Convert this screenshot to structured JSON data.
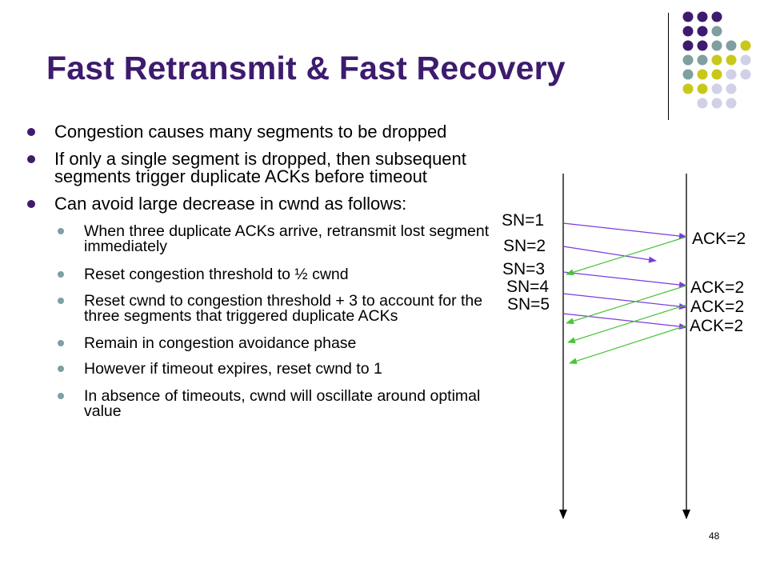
{
  "slide": {
    "title": "Fast Retransmit & Fast Recovery",
    "page_number": "48",
    "bullets": [
      "Congestion causes many segments to be dropped",
      "If only a single segment is dropped, then subsequent segments trigger duplicate ACKs before timeout",
      "Can avoid large decrease in cwnd as follows:"
    ],
    "sub_bullets": [
      "When three duplicate ACKs arrive, retransmit lost segment immediately",
      "Reset congestion threshold to ½ cwnd",
      "Reset cwnd to congestion threshold + 3 to account for the three segments that triggered duplicate ACKs",
      "Remain in congestion avoidance phase",
      "However if timeout expires, reset cwnd to 1",
      "In absence of timeouts, cwnd will oscillate around optimal value"
    ]
  },
  "diagram": {
    "sent_labels": [
      "SN=1",
      "SN=2",
      "SN=3",
      "SN=4",
      "SN=5"
    ],
    "ack_labels": [
      "ACK=2",
      "ACK=2",
      "ACK=2",
      "ACK=2"
    ]
  },
  "colors": {
    "title": "#3d1b6e",
    "segment_arrow": "#7a3ddb",
    "ack_arrow": "#49c43a",
    "dot_purple": "#3d1b6e",
    "dot_teal": "#7f9fa0",
    "dot_yellow": "#c8c81a",
    "dot_lavender": "#d0d0e6"
  }
}
